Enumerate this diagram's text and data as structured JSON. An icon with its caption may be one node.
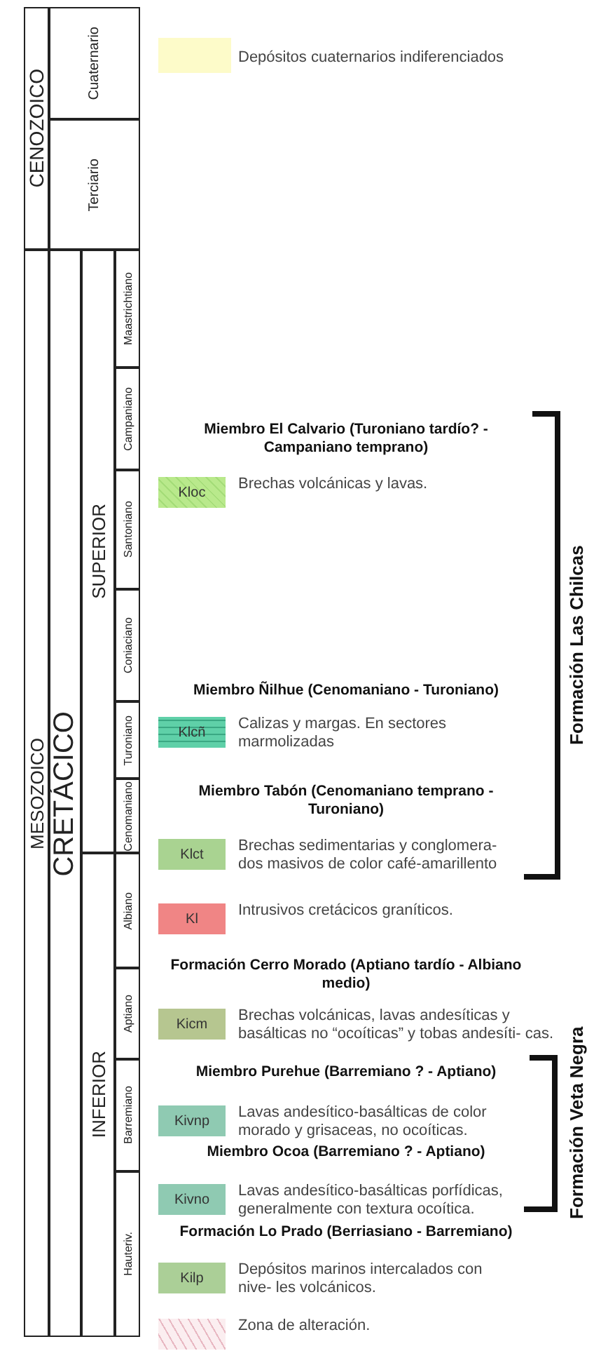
{
  "diagram": {
    "nodes": [
      {
        "text": [
          "CENOZOICO"
        ]
      },
      {
        "text": [
          "Cuaternario"
        ]
      },
      {
        "text": [
          "Terciario"
        ]
      },
      {
        "text": [
          "MESOZOICO"
        ]
      },
      {
        "text": [
          "CRETÁCICO"
        ]
      },
      {
        "text": [
          "SUPERIOR"
        ]
      },
      {
        "text": [
          "INFERIOR"
        ]
      },
      {
        "text": [
          "Maastrichtiano"
        ]
      },
      {
        "text": [
          "Campaniano"
        ]
      },
      {
        "text": [
          "Santoniano"
        ]
      },
      {
        "text": [
          "Coniaciano"
        ]
      },
      {
        "text": [
          "Turoniano"
        ]
      },
      {
        "text": [
          "Cenomaniano"
        ]
      },
      {
        "text": [
          "Albiano"
        ]
      },
      {
        "text": [
          "Aptiano"
        ]
      },
      {
        "text": [
          "Barremiano"
        ]
      },
      {
        "text": [
          "Hauteriv."
        ]
      },
      {
        "text": [],
        "shape": "box",
        "beside": [
          "Depósitos cuaternarios indiferenciados"
        ]
      },
      {
        "text": [
          "Kloc"
        ],
        "beside": [
          "Brechas volcánicas y lavas."
        ]
      },
      {
        "text": [
          "Klcñ"
        ],
        "beside": [
          "Calizas y margas. En sectores marmolizadas"
        ]
      },
      {
        "text": [
          "Klct"
        ],
        "beside": [
          "Brechas sedimentarias y conglomera- dos masivos de color café-amarillento"
        ]
      },
      {
        "text": [
          "Kl"
        ],
        "beside": [
          "Intrusivos cretácicos graníticos."
        ]
      },
      {
        "text": [
          "Kicm"
        ],
        "beside": [
          "Brechas volcánicas, lavas andesíticas y basálticas no “ocoíticas” y tobas andesíti- cas."
        ]
      },
      {
        "text": [
          "Kivnp"
        ],
        "beside": [
          "Lavas andesítico-basálticas de color morado y grisaceas, no ocoíticas."
        ]
      },
      {
        "text": [
          "Kivno"
        ],
        "beside": [
          "Lavas andesítico-basálticas porfídicas, generalmente con textura ocoítica."
        ]
      },
      {
        "text": [
          "Kilp"
        ],
        "beside": [
          "Depósitos marinos intercalados con nive- les volcánicos."
        ]
      },
      {
        "text": [],
        "shape": "box",
        "beside": [
          "Zona de alteración."
        ]
      }
    ],
    "edges": [],
    "labels": [
      "Miembro El Calvario (Turoniano tardío? - Campaniano temprano)",
      "Formación Las Chilcas",
      "Miembro Ñilhue (Cenomaniano - Turoniano)",
      "Miembro Tabón (Cenomaniano temprano - Turoniano)",
      "Formación Cerro Morado (Aptiano tardío - Albiano medio)",
      "Formación Veta Negra",
      "Miembro Purehue (Barremiano ? - Aptiano)",
      "Miembro Ocoa (Barremiano ? - Aptiano)",
      "Formación Lo Prado (Berriasiano - Barremiano)"
    ]
  }
}
